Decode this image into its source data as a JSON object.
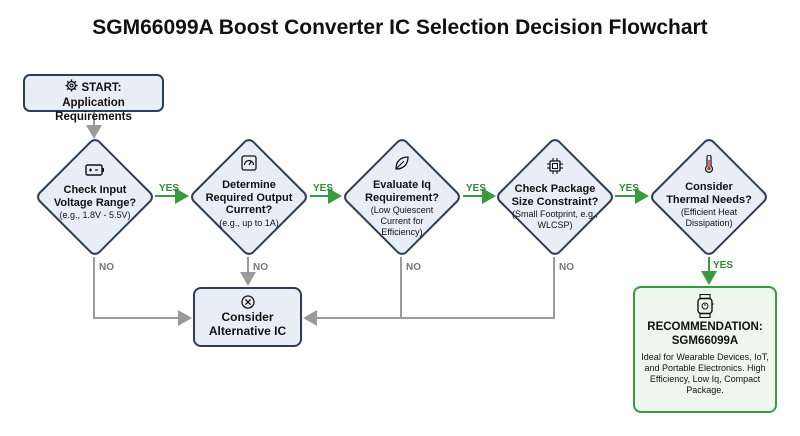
{
  "title": "SGM66099A Boost Converter IC Selection Decision Flowchart",
  "start": {
    "line1": "START:",
    "line2": "Application Requirements",
    "icon": "gear-icon"
  },
  "decisions": [
    {
      "title": "Check Input Voltage Range?",
      "subtitle": "(e.g., 1.8V - 5.5V)",
      "icon": "battery-icon"
    },
    {
      "title": "Determine Required Output Current?",
      "subtitle": "(e.g., up to 1A)",
      "icon": "gauge-icon"
    },
    {
      "title": "Evaluate Iq Requirement?",
      "subtitle": "(Low Quiescent Current for Efficiency)",
      "icon": "leaf-icon"
    },
    {
      "title": "Check Package Size Constraint?",
      "subtitle": "(Small Footprint, e.g., WLCSP)",
      "icon": "chip-icon"
    },
    {
      "title": "Consider Thermal Needs?",
      "subtitle": "(Efficient Heat Dissipation)",
      "icon": "thermometer-icon"
    }
  ],
  "labels": {
    "yes": "YES",
    "no": "NO"
  },
  "alternative": {
    "line1": "Consider",
    "line2": "Alternative IC",
    "icon": "x-circle-icon"
  },
  "recommendation": {
    "line1": "RECOMMENDATION:",
    "line2": "SGM66099A",
    "description": "Ideal for Wearable Devices, IoT, and Portable Electronics. High Efficiency, Low Iq, Compact Package.",
    "icon": "smartwatch-icon"
  },
  "colors": {
    "box_fill": "#e8eef6",
    "box_border": "#2c3e57",
    "yes_green": "#3a9a40",
    "no_gray": "#9a9a9a",
    "rec_fill": "#eef7ee"
  }
}
